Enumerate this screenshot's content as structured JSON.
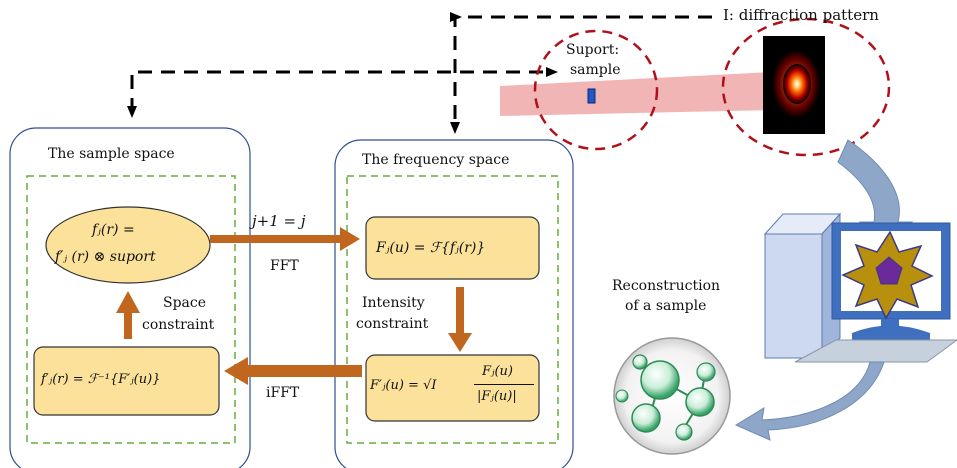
{
  "feedback_label": "I: diffraction pattern",
  "support_label": [
    "Suport:",
    "sample"
  ],
  "sample_space": {
    "title": "The sample space",
    "box_top": [
      "fⱼ(r) =",
      "f′ⱼ (r) ⊗ suport"
    ],
    "box_bottom": "f′ⱼ(r) = ℱ⁻¹{F′ⱼ(u)}",
    "constraint": [
      "Space",
      "constraint"
    ]
  },
  "frequency_space": {
    "title": "The frequency space",
    "box_top": "Fⱼ(u) = ℱ{fⱼ(r)}",
    "box_bottom_lhs": "F′ⱼ(u) = √I",
    "box_bottom_num": "Fⱼ(u)",
    "box_bottom_den": "|Fⱼ(u)|",
    "constraint": [
      "Intensity",
      "constraint"
    ]
  },
  "iteration_label": "j+1 = j",
  "fft_label": "FFT",
  "ifft_label": "iFFT",
  "reconstruction_label": [
    "Reconstruction",
    "of a sample"
  ],
  "colors": {
    "box_fill": "#fbe19a",
    "arrow_orange": "#c0661f",
    "dashed_green": "#6aab3c",
    "panel_border": "#2f4f8f",
    "red_dashed": "#b0101a",
    "beam": "#f0a8a8",
    "monitor_blue": "#3f6fbf",
    "star_fill": "#b8900e",
    "star_center": "#6a2a9a"
  }
}
